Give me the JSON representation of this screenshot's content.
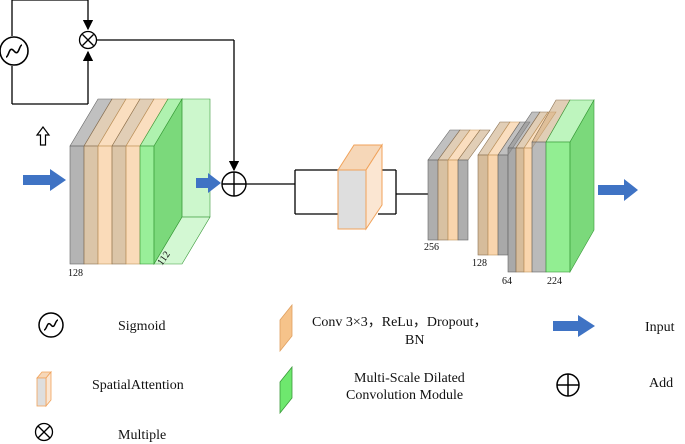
{
  "diagram": {
    "left_block": {
      "depth_labels": [
        "128",
        "112"
      ]
    },
    "right_block": {
      "depth_labels": [
        "256",
        "128",
        "64",
        "224"
      ]
    }
  },
  "legend": {
    "sigmoid": "Sigmoid",
    "conv_line1": "Conv 3×3，ReLu，Dropout，",
    "conv_line2": "BN",
    "input": "Input",
    "spatial_attention": "SpatialAttention",
    "msdc_line1": "Multi-Scale Dilated",
    "msdc_line2": "Convolution Module",
    "add": "Add",
    "multiple": "Multiple"
  },
  "colors": {
    "gray": "#8c8c8c",
    "tan": "#c8a67a",
    "orange": "#f6c38a",
    "green": "#6ee86e",
    "arrow_blue": "#3f73c4",
    "attention_fill": "#dedede",
    "attention_edge": "#f0a25a"
  }
}
